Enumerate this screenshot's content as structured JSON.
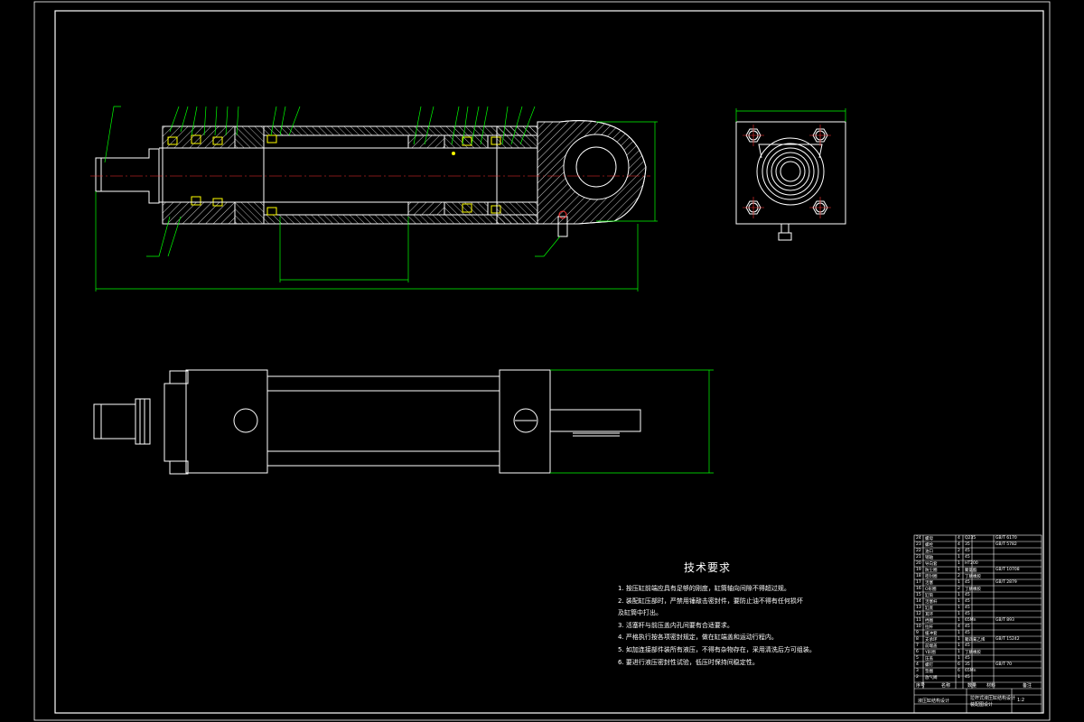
{
  "colors": {
    "background": "#000000",
    "outline": "#ffffff",
    "section_hatch": "#ffffff",
    "dimension": "#00ff00",
    "leader": "#00ff00",
    "center_line": "#ff3333",
    "part_highlight": "#ffff00"
  },
  "technical_requirements": {
    "title": "技术要求",
    "items": [
      "1. 按压缸前端应具有足够的刚度，缸筒轴向间隙不得超过规。",
      "2. 装配缸压部时，严禁用锤敲击密封件，要防止油不得有任何损坏",
      "及缸筒中打出。",
      "3. 活塞杆与前压盖内孔间要有合适要求。",
      "4. 严格执行按各项密封规定，做在缸端盖和运动行程内。",
      "5. 如加连接部件装所有液压，不得有杂物存在，采用清洗后方可组装。",
      "6. 要进行液压密封性试验，低压时保持间稳定性。"
    ]
  },
  "bom_table": {
    "rows": [
      {
        "no": "24",
        "name": "螺母",
        "qty": "4",
        "material": "Q235",
        "std": "GB/T 6170"
      },
      {
        "no": "23",
        "name": "螺栓",
        "qty": "4",
        "material": "35",
        "std": "GB/T 5782"
      },
      {
        "no": "22",
        "name": "油口",
        "qty": "2",
        "material": "45",
        "std": ""
      },
      {
        "no": "21",
        "name": "销轴",
        "qty": "1",
        "material": "45",
        "std": ""
      },
      {
        "no": "20",
        "name": "导向套",
        "qty": "1",
        "material": "HT200",
        "std": ""
      },
      {
        "no": "19",
        "name": "防尘圈",
        "qty": "1",
        "material": "聚氨酯",
        "std": "GB/T 10708"
      },
      {
        "no": "18",
        "name": "密封圈",
        "qty": "2",
        "material": "丁腈橡胶",
        "std": ""
      },
      {
        "no": "17",
        "name": "活塞",
        "qty": "1",
        "material": "45",
        "std": "GB/T 2879"
      },
      {
        "no": "16",
        "name": "O形圈",
        "qty": "2",
        "material": "丁腈橡胶",
        "std": ""
      },
      {
        "no": "15",
        "name": "缸筒",
        "qty": "1",
        "material": "45",
        "std": ""
      },
      {
        "no": "14",
        "name": "活塞杆",
        "qty": "1",
        "material": "45",
        "std": ""
      },
      {
        "no": "13",
        "name": "缸底",
        "qty": "1",
        "material": "45",
        "std": ""
      },
      {
        "no": "12",
        "name": "耳环",
        "qty": "1",
        "material": "45",
        "std": ""
      },
      {
        "no": "11",
        "name": "挡圈",
        "qty": "1",
        "material": "65Mn",
        "std": "GB/T 893"
      },
      {
        "no": "10",
        "name": "拉杆",
        "qty": "4",
        "material": "45",
        "std": ""
      },
      {
        "no": "9",
        "name": "缓冲套",
        "qty": "1",
        "material": "45",
        "std": ""
      },
      {
        "no": "8",
        "name": "支承环",
        "qty": "1",
        "material": "聚四氟乙烯",
        "std": "GB/T 15242"
      },
      {
        "no": "7",
        "name": "前端盖",
        "qty": "1",
        "material": "45",
        "std": ""
      },
      {
        "no": "6",
        "name": "Y形圈",
        "qty": "1",
        "material": "丁腈橡胶",
        "std": ""
      },
      {
        "no": "5",
        "name": "压盖",
        "qty": "1",
        "material": "45",
        "std": ""
      },
      {
        "no": "4",
        "name": "螺钉",
        "qty": "6",
        "material": "35",
        "std": "GB/T 70"
      },
      {
        "no": "3",
        "name": "垫圈",
        "qty": "6",
        "material": "65Mn",
        "std": ""
      },
      {
        "no": "2",
        "name": "放气阀",
        "qty": "1",
        "material": "45",
        "std": ""
      }
    ],
    "header": {
      "no": "序号",
      "name": "名称",
      "qty": "数量",
      "material": "材料",
      "std": "备注"
    }
  },
  "title_block": {
    "school": "液压缸结构设计",
    "drawing_name": "拉杆式液压缸结构设计",
    "drawing_name2": "装配图设计",
    "scale": "1:2"
  }
}
